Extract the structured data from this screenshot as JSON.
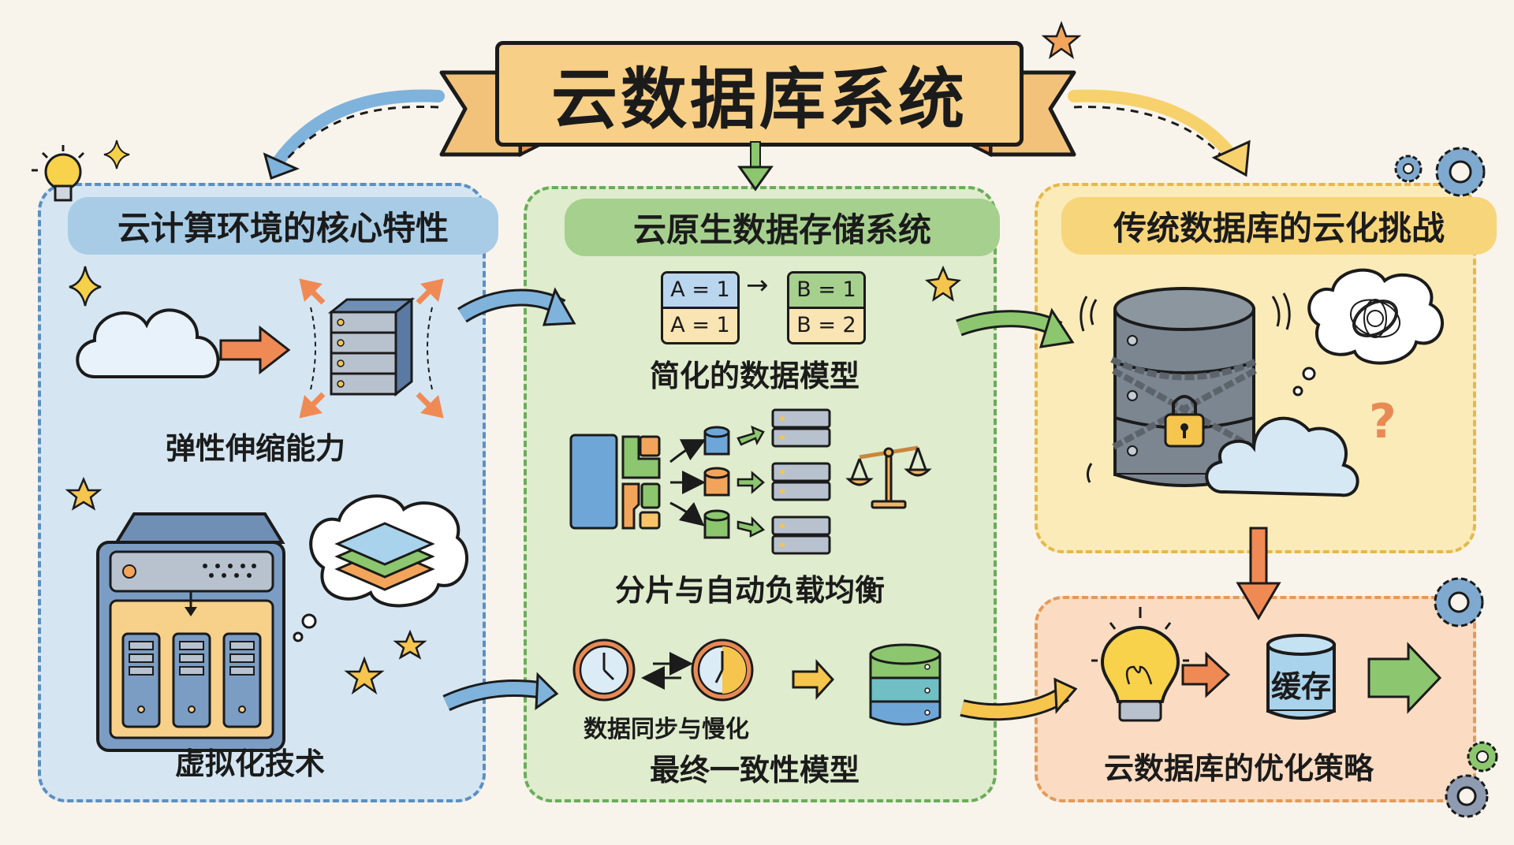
{
  "title": "云数据库系统",
  "colors": {
    "background": "#f8f4ec",
    "blue_panel": "#d5e6f2",
    "green_panel": "#dfeccd",
    "yellow_panel": "#faebb8",
    "orange_panel": "#fbdcc2",
    "banner": "#f7cf86",
    "accent_orange": "#f08a55"
  },
  "panels": {
    "cloud_features": {
      "header": "云计算环境的核心特性",
      "items": [
        {
          "label": "弹性伸缩能力",
          "icons": [
            "cloud-icon",
            "server-icon",
            "expand-arrows-icon"
          ]
        },
        {
          "label": "虚拟化技术",
          "icons": [
            "server-chassis-icon",
            "virtual-machine-icon",
            "layers-thought-icon"
          ]
        }
      ]
    },
    "cloud_native_storage": {
      "header": "云原生数据存储系统",
      "items": [
        {
          "label": "简化的数据模型",
          "kv_before": [
            "A = 1",
            "A = 1"
          ],
          "kv_arrow": "→",
          "kv_after": [
            "B = 1",
            "B = 2"
          ]
        },
        {
          "label": "分片与自动负载均衡",
          "icons": [
            "shard-block-icon",
            "database-icon",
            "server-icon",
            "scale-balance-icon"
          ]
        },
        {
          "label": "最终一致性模型",
          "sublabel": "数据同步与慢化",
          "sync_symbol": "⇄",
          "icons": [
            "clock-icon",
            "clock-icon",
            "database-stack-icon"
          ]
        }
      ]
    },
    "traditional_challenges": {
      "header": "传统数据库的云化挑战",
      "question_mark": "?",
      "icons": [
        "locked-database-icon",
        "chain-icon",
        "padlock-icon",
        "tangled-thought-icon",
        "cloud-icon"
      ]
    },
    "optimization": {
      "label": "云数据库的优化策略",
      "cache_label": "缓存",
      "icons": [
        "lightbulb-icon",
        "cache-database-icon",
        "arrow-right-icon"
      ]
    }
  }
}
